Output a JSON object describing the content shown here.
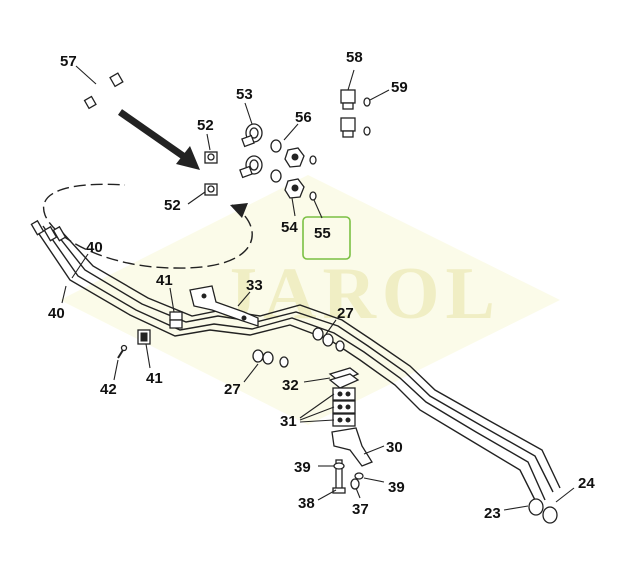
{
  "watermark": "JAROL",
  "highlight_color": "#7bc043",
  "callouts": {
    "c57": "57",
    "c58": "58",
    "c59": "59",
    "c53": "53",
    "c52a": "52",
    "c56": "56",
    "c52b": "52",
    "c54": "54",
    "c55": "55",
    "c40a": "40",
    "c40b": "40",
    "c41a": "41",
    "c33": "33",
    "c27a": "27",
    "c41b": "41",
    "c42": "42",
    "c27b": "27",
    "c32": "32",
    "c31": "31",
    "c30": "30",
    "c39a": "39",
    "c39b": "39",
    "c38": "38",
    "c37": "37",
    "c24": "24",
    "c23": "23"
  }
}
